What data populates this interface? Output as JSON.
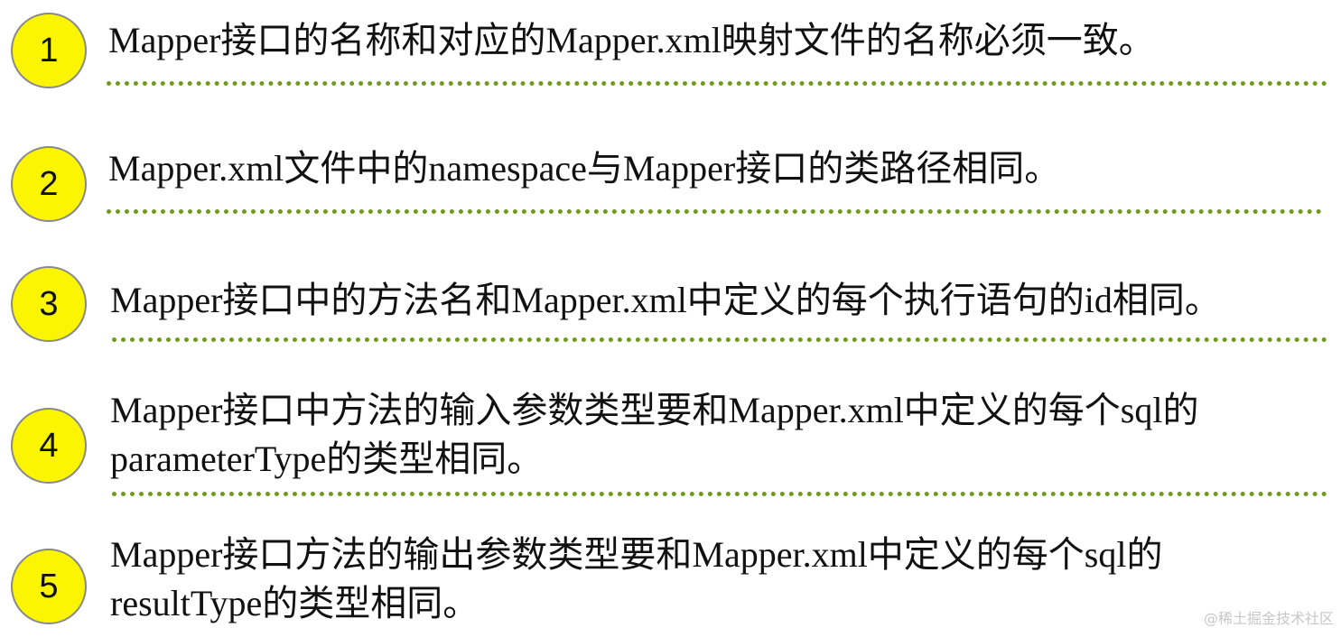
{
  "rules": [
    {
      "number": "1",
      "lines": [
        "Mapper接口的名称和对应的Mapper.xml映射文件的名称必须一致。"
      ]
    },
    {
      "number": "2",
      "lines": [
        "Mapper.xml文件中的namespace与Mapper接口的类路径相同。"
      ]
    },
    {
      "number": "3",
      "lines": [
        "Mapper接口中的方法名和Mapper.xml中定义的每个执行语句的id相同。"
      ]
    },
    {
      "number": "4",
      "lines": [
        "Mapper接口中方法的输入参数类型要和Mapper.xml中定义的每个sql的",
        "parameterType的类型相同。"
      ]
    },
    {
      "number": "5",
      "lines": [
        "Mapper接口方法的输出参数类型要和Mapper.xml中定义的每个sql的",
        "resultType的类型相同。"
      ]
    }
  ],
  "watermark": "@稀土掘金技术社区",
  "colors": {
    "circle_fill": "#fbf502",
    "circle_border": "#8a8a8a",
    "dotted_line": "#6f9a1e"
  }
}
